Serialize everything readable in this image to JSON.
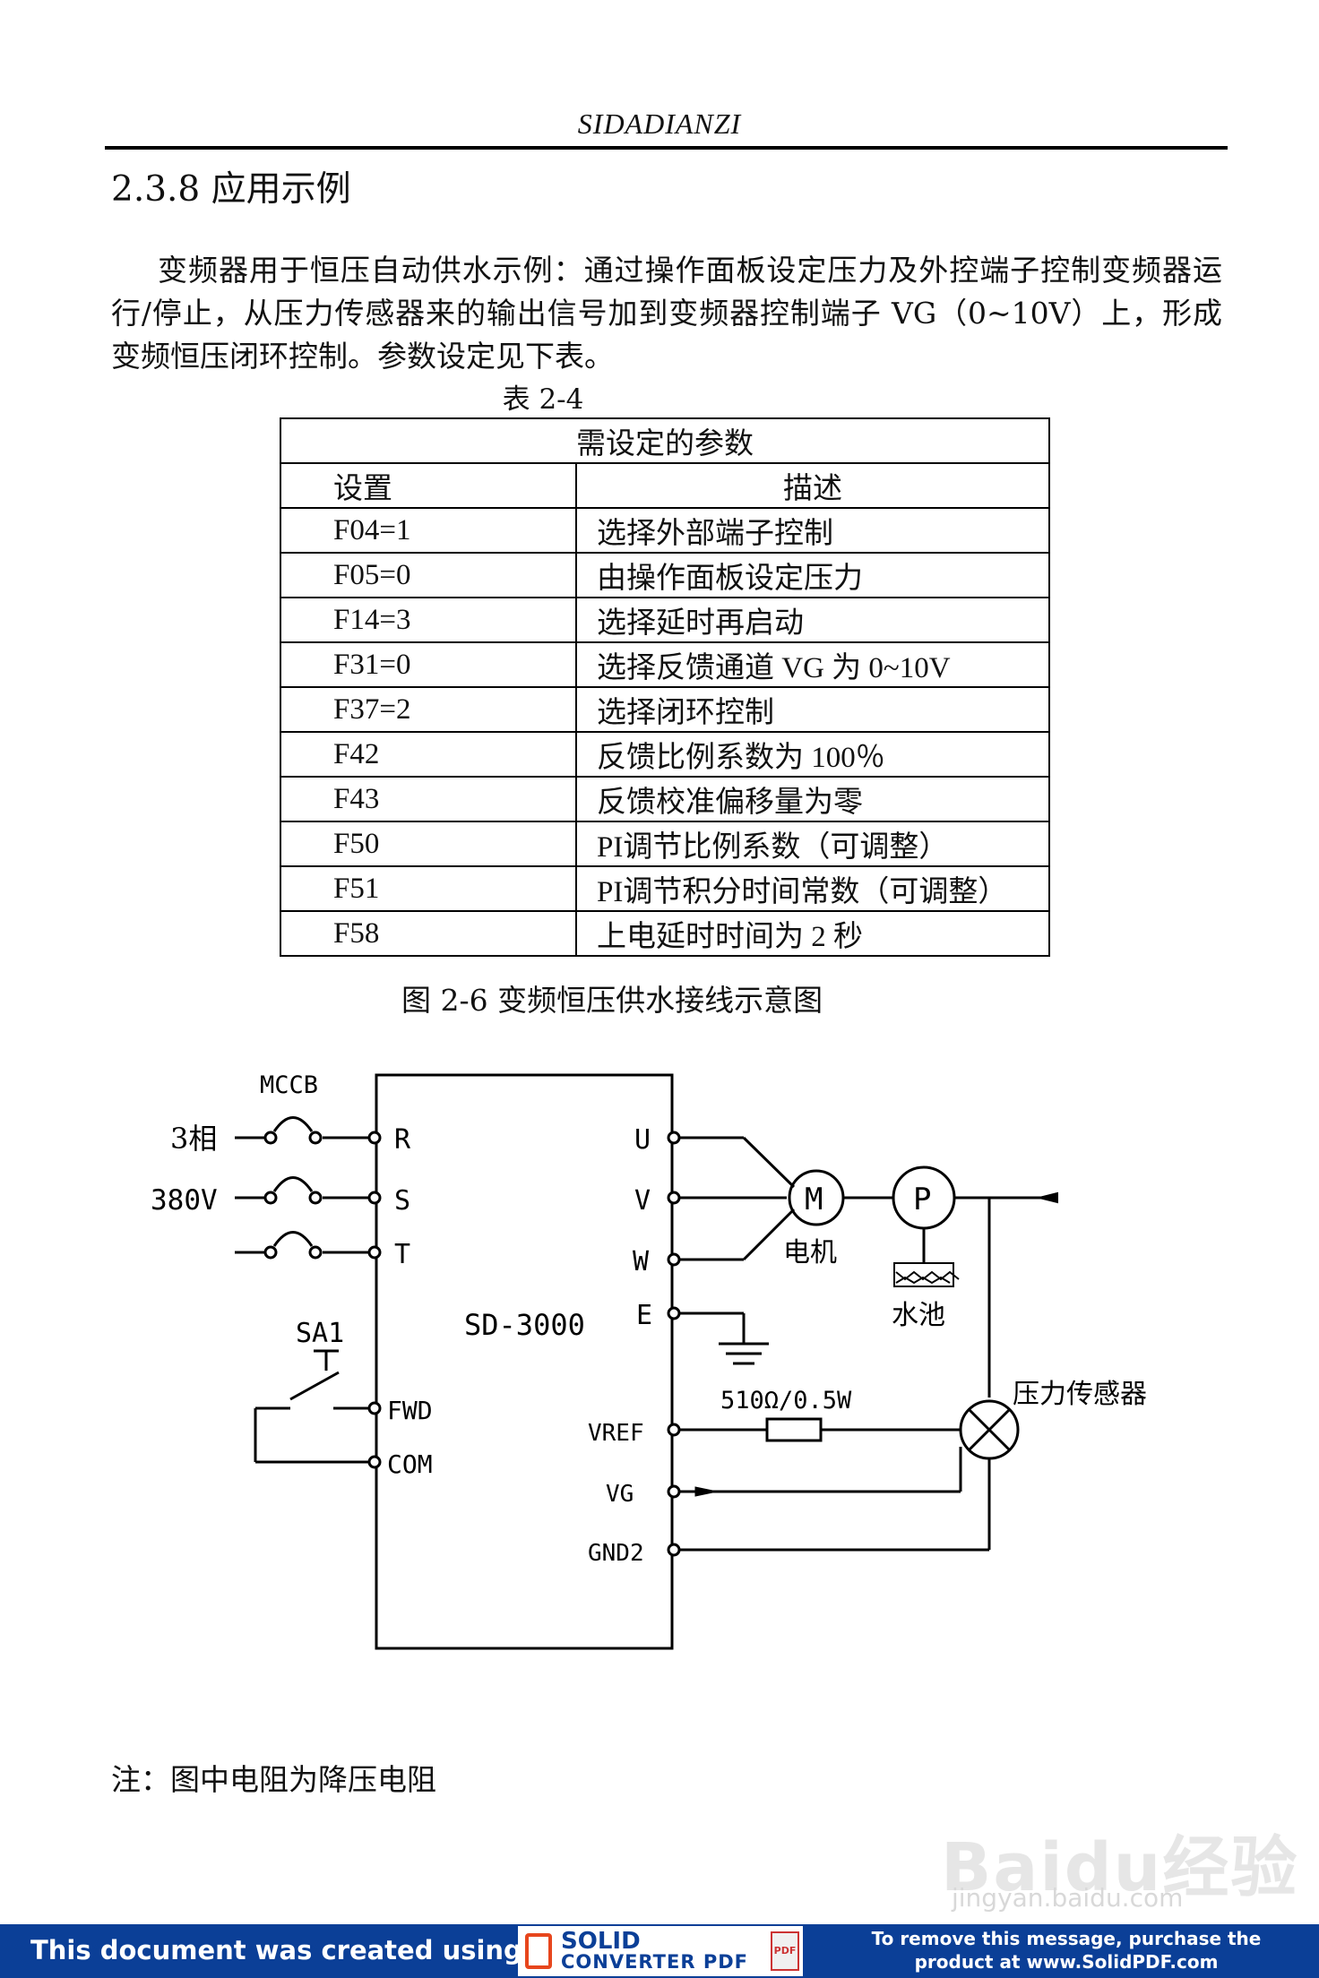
{
  "header": {
    "brand": "SIDADIANZI"
  },
  "section": {
    "title": "2.3.8 应用示例"
  },
  "intro": "变频器用于恒压自动供水示例：通过操作面板设定压力及外控端子控制变频器运行/停止，从压力传感器来的输出信号加到变频器控制端子 VG（0~10V）上，形成变频恒压闭环控制。参数设定见下表。",
  "table": {
    "caption": "表 2-4",
    "title": "需设定的参数",
    "col_setting": "设置",
    "col_desc": "描述",
    "rows": [
      {
        "setting": "F04=1",
        "desc": "选择外部端子控制"
      },
      {
        "setting": "F05=0",
        "desc": "由操作面板设定压力"
      },
      {
        "setting": "F14=3",
        "desc": "选择延时再启动"
      },
      {
        "setting": "F31=0",
        "desc": "选择反馈通道 VG 为 0~10V"
      },
      {
        "setting": "F37=2",
        "desc": "选择闭环控制"
      },
      {
        "setting": "F42",
        "desc": "反馈比例系数为 100％"
      },
      {
        "setting": "F43",
        "desc": "反馈校准偏移量为零"
      },
      {
        "setting": "F50",
        "desc": "PI调节比例系数（可调整）"
      },
      {
        "setting": "F51",
        "desc": "PI调节积分时间常数（可调整）"
      },
      {
        "setting": "F58",
        "desc": "上电延时时间为 2 秒"
      }
    ]
  },
  "figure": {
    "caption": "图 2-6 变频恒压供水接线示意图",
    "labels": {
      "mccb": "MCCB",
      "phase": "3相",
      "voltage": "380V",
      "r": "R",
      "s": "S",
      "t": "T",
      "u": "U",
      "v": "V",
      "w": "W",
      "e": "E",
      "device": "SD-3000",
      "sa1": "SA1",
      "fwd": "FWD",
      "com": "COM",
      "vref": "VREF",
      "vg": "VG",
      "gnd2": "GND2",
      "motor": "M",
      "motor_text": "电机",
      "pump": "P",
      "pool": "水池",
      "resistor": "510Ω/0.5W",
      "sensor": "压力传感器"
    }
  },
  "note": "注：图中电阻为降压电阻",
  "watermark": {
    "main": "Baidu经验",
    "sub": "jingyan.baidu.com"
  },
  "banner": {
    "left": "This document was created using",
    "logo_top": "SOLID",
    "logo_bottom": "CONVERTER PDF",
    "pdf_badge": "PDF",
    "right_line1": "To remove this message, purchase the",
    "right_line2": "product at www.SolidPDF.com"
  }
}
